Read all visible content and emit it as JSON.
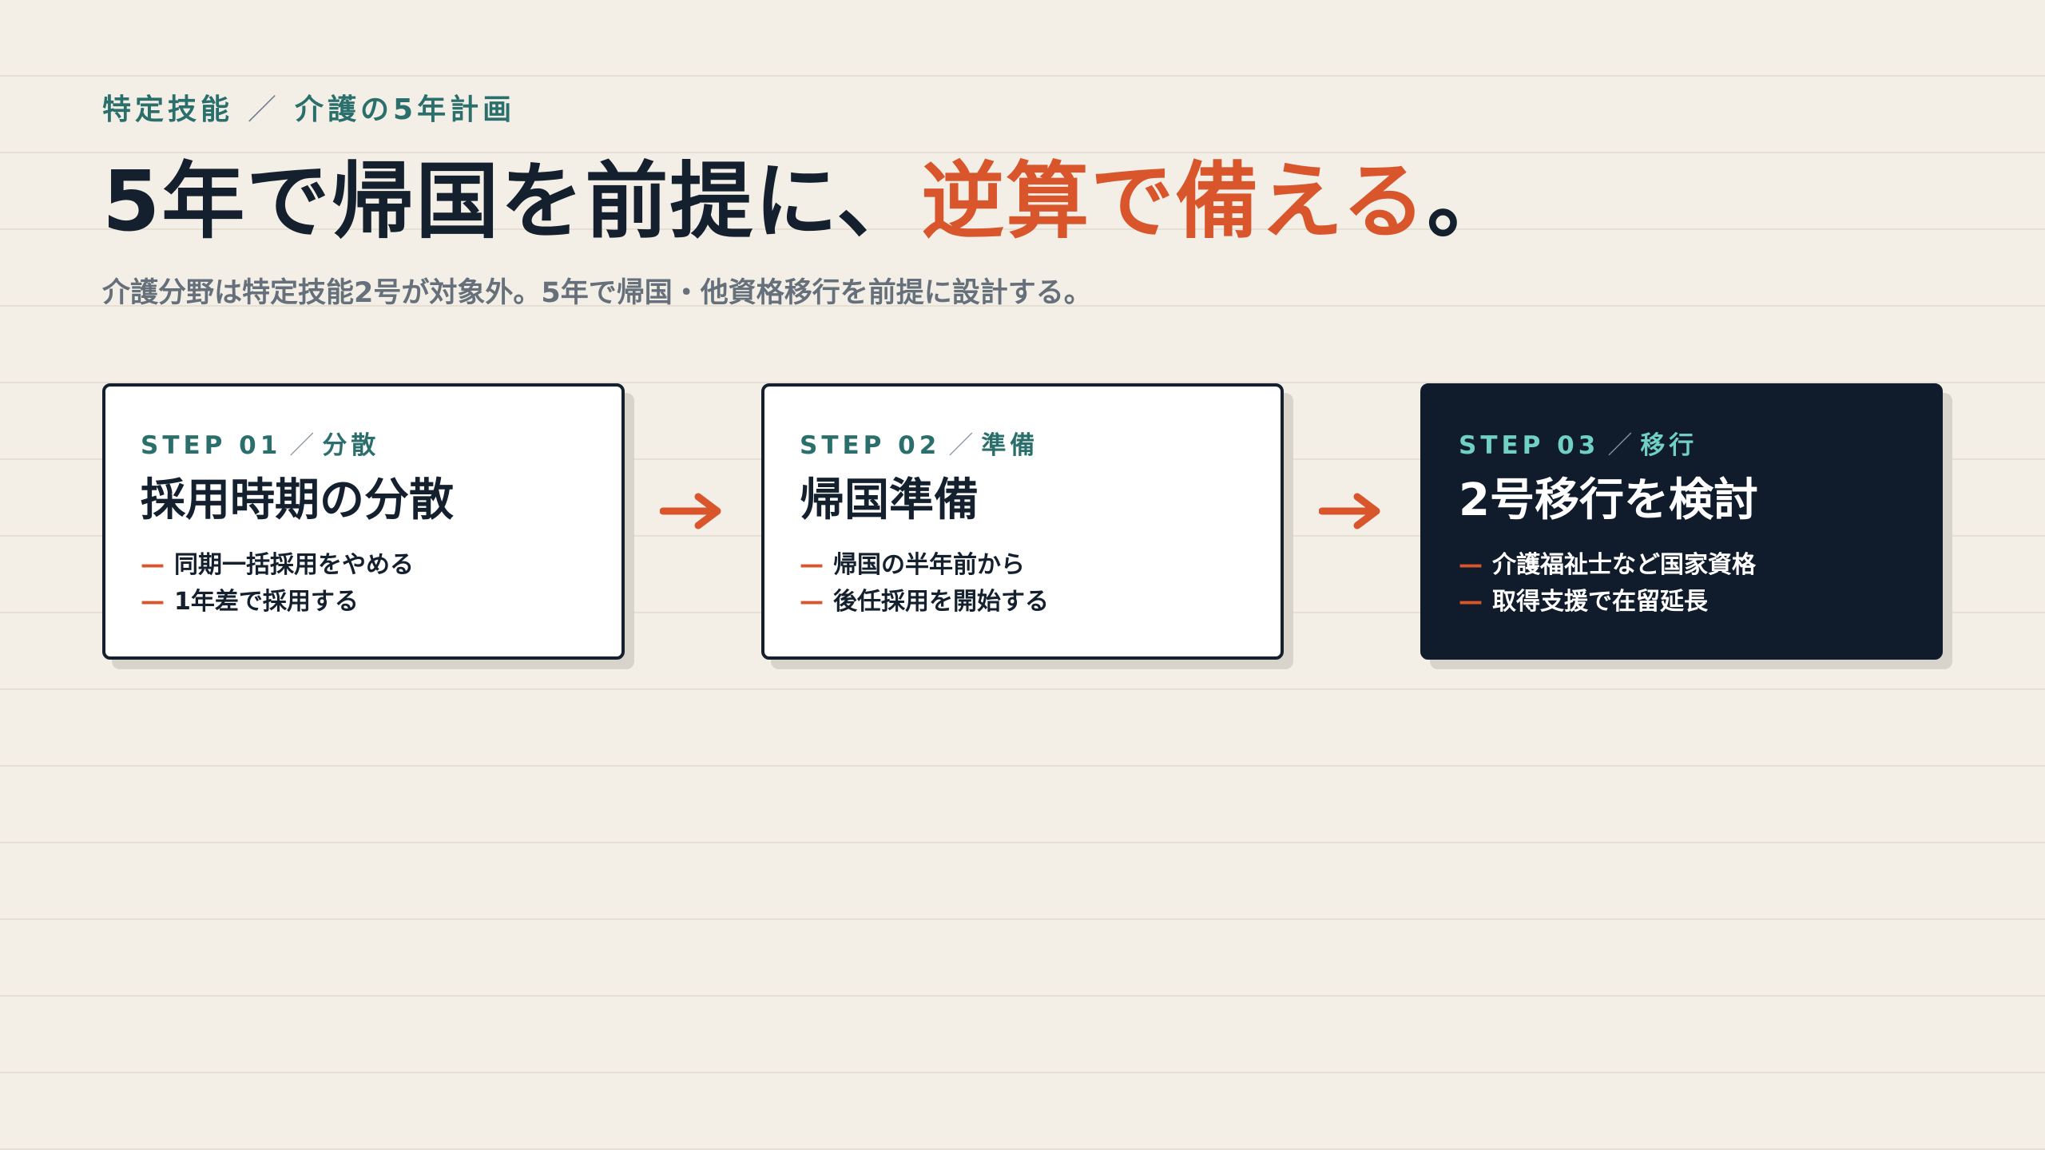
{
  "eyebrow": {
    "left": "特定技能",
    "separator": "／",
    "right": "介護の5年計画"
  },
  "headline": {
    "main": "5年で帰国を前提に、",
    "accent": "逆算で備える",
    "end": "。"
  },
  "subtitle": "介護分野は特定技能2号が対象外。5年で帰国・他資格移行を前提に設計する。",
  "colors": {
    "accent": "#d9552c",
    "teal": "#2a6f6b",
    "dark": "#101b2b"
  },
  "steps": [
    {
      "label": "STEP 01",
      "separator": "／",
      "tag": "分散",
      "title": "採用時期の分散",
      "items": [
        "同期一括採用をやめる",
        "1年差で採用する"
      ]
    },
    {
      "label": "STEP 02",
      "separator": "／",
      "tag": "準備",
      "title": "帰国準備",
      "items": [
        "帰国の半年前から",
        "後任採用を開始する"
      ]
    },
    {
      "label": "STEP 03",
      "separator": "／",
      "tag": "移行",
      "title": "2号移行を検討",
      "items": [
        "介護福祉士など国家資格",
        "取得支援で在留延長"
      ]
    }
  ],
  "bullet": "—",
  "icons": {
    "arrow": "arrow-right-icon"
  }
}
